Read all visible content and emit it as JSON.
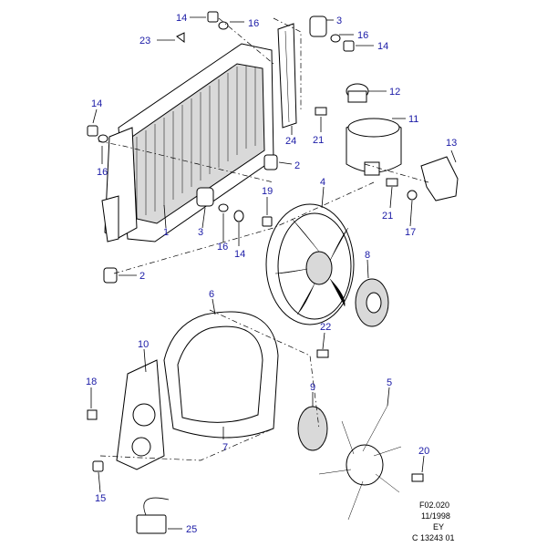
{
  "diagram": {
    "callouts": [
      {
        "id": "c14a",
        "label": "14"
      },
      {
        "id": "c16a",
        "label": "16"
      },
      {
        "id": "c3a",
        "label": "3"
      },
      {
        "id": "c16b",
        "label": "16"
      },
      {
        "id": "c14b",
        "label": "14"
      },
      {
        "id": "c23",
        "label": "23"
      },
      {
        "id": "c12",
        "label": "12"
      },
      {
        "id": "c14c",
        "label": "14"
      },
      {
        "id": "c11",
        "label": "11"
      },
      {
        "id": "c21a",
        "label": "21"
      },
      {
        "id": "c24",
        "label": "24"
      },
      {
        "id": "c13",
        "label": "13"
      },
      {
        "id": "c16c",
        "label": "16"
      },
      {
        "id": "c2a",
        "label": "2"
      },
      {
        "id": "c21b",
        "label": "21"
      },
      {
        "id": "c19",
        "label": "19"
      },
      {
        "id": "c4",
        "label": "4"
      },
      {
        "id": "c1",
        "label": "1"
      },
      {
        "id": "c3b",
        "label": "3"
      },
      {
        "id": "c16d",
        "label": "16"
      },
      {
        "id": "c14d",
        "label": "14"
      },
      {
        "id": "c17",
        "label": "17"
      },
      {
        "id": "c8",
        "label": "8"
      },
      {
        "id": "c2b",
        "label": "2"
      },
      {
        "id": "c6",
        "label": "6"
      },
      {
        "id": "c22",
        "label": "22"
      },
      {
        "id": "c10",
        "label": "10"
      },
      {
        "id": "c18",
        "label": "18"
      },
      {
        "id": "c9",
        "label": "9"
      },
      {
        "id": "c5",
        "label": "5"
      },
      {
        "id": "c7",
        "label": "7"
      },
      {
        "id": "c20",
        "label": "20"
      },
      {
        "id": "c15",
        "label": "15"
      },
      {
        "id": "c25",
        "label": "25"
      }
    ],
    "reference": [
      "F02.020",
      "11/1998",
      "EY",
      "C 13243 01"
    ],
    "colors": {
      "callout": "#1a1aa6",
      "line": "#000000",
      "shade": "#d9d9d9"
    }
  }
}
